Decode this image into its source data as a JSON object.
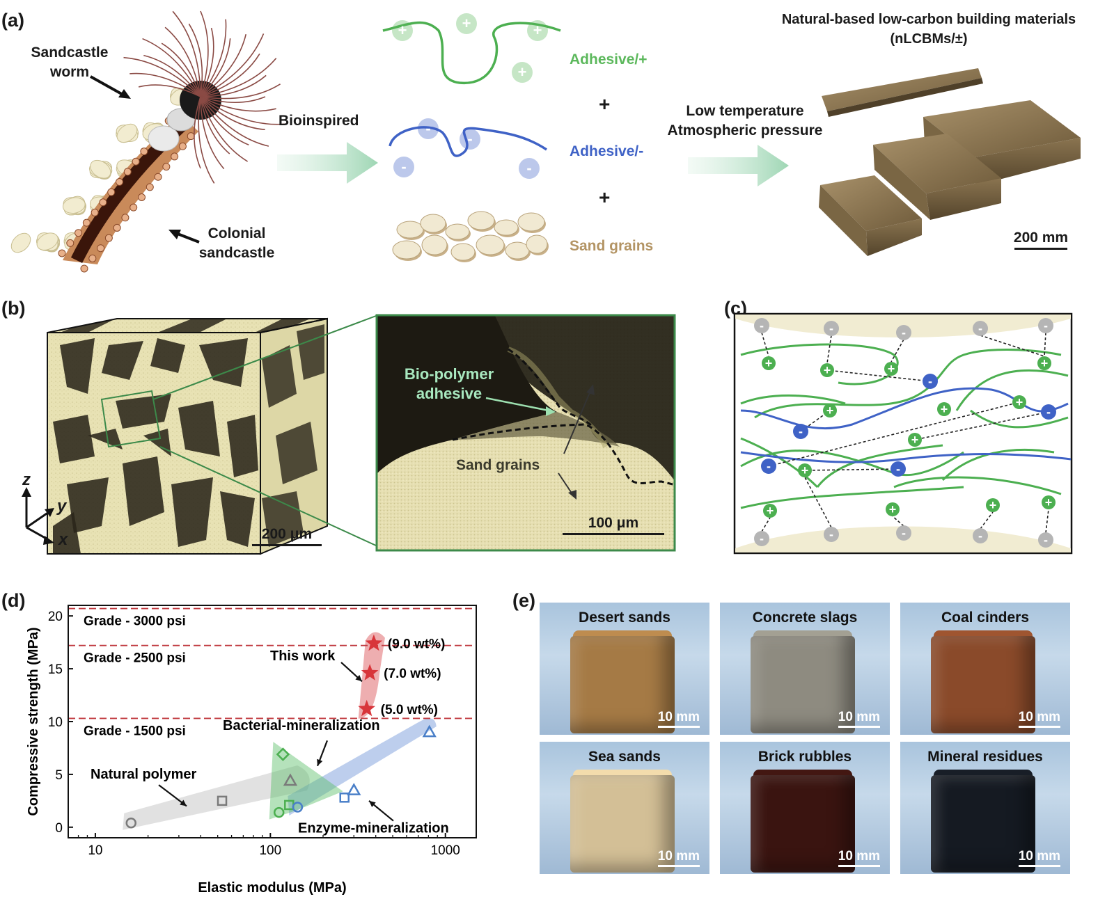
{
  "panels": {
    "a": "(a)",
    "b": "(b)",
    "c": "(c)",
    "d": "(d)",
    "e": "(e)"
  },
  "panel_a": {
    "worm_label": [
      "Sandcastle",
      "worm"
    ],
    "colony_label": [
      "Colonial",
      "sandcastle"
    ],
    "bioinspired": "Bioinspired",
    "adhesive_pos": "Adhesive/+",
    "adhesive_neg": "Adhesive/-",
    "plus": "+",
    "sand_grains": "Sand grains",
    "process": [
      "Low temperature",
      "Atmospheric pressure"
    ],
    "product_title": [
      "Natural-based low-carbon building materials",
      "(nLCBMs/±)"
    ],
    "scale": "200 mm",
    "colors": {
      "positive": "#5cb85c",
      "negative": "#3f62c6",
      "sand": "#b39464"
    }
  },
  "panel_b": {
    "axes": {
      "z": "z",
      "y": "y",
      "x": "x"
    },
    "cube_scale": "200 μm",
    "adhesive_label": [
      "Bio-polymer",
      "adhesive"
    ],
    "sand_label": "Sand grains",
    "zoom_scale": "100 μm"
  },
  "panel_c": {
    "pos_sign": "+",
    "neg_sign": "-"
  },
  "panel_e": {
    "tiles": [
      {
        "title": "Desert sands",
        "scale": "10 mm",
        "color": "#a57a45"
      },
      {
        "title": "Concrete slags",
        "scale": "10 mm",
        "color": "#8e8b80"
      },
      {
        "title": "Coal cinders",
        "scale": "10 mm",
        "color": "#8a4a2a"
      },
      {
        "title": "Sea sands",
        "scale": "10 mm",
        "color": "#d3bf96"
      },
      {
        "title": "Brick rubbles",
        "scale": "10 mm",
        "color": "#3a1410"
      },
      {
        "title": "Mineral residues",
        "scale": "10 mm",
        "color": "#151a22"
      }
    ]
  },
  "chart_data": {
    "type": "scatter",
    "xlabel": "Elastic modulus (MPa)",
    "ylabel": "Compressive strength (MPa)",
    "x_scale": "log",
    "xlim": [
      7,
      1500
    ],
    "ylim": [
      -1,
      21
    ],
    "x_ticks": [
      10,
      100,
      1000
    ],
    "x_tick_labels": [
      "10",
      "100",
      "1000"
    ],
    "y_ticks": [
      0,
      5,
      10,
      15,
      20
    ],
    "y_tick_labels": [
      "0",
      "5",
      "10",
      "15",
      "20"
    ],
    "grade_lines": [
      {
        "y": 20.7,
        "label": "Grade - 3000 psi"
      },
      {
        "y": 17.2,
        "label": "Grade - 2500 psi"
      },
      {
        "y": 10.3,
        "label": "Grade - 1500 psi"
      }
    ],
    "series": [
      {
        "name": "This work",
        "color": "#d8353a",
        "marker": "star",
        "points": [
          {
            "x": 355,
            "y": 11.2,
            "label": "(5.0 wt%)"
          },
          {
            "x": 370,
            "y": 14.6,
            "label": "(7.0 wt%)"
          },
          {
            "x": 390,
            "y": 17.4,
            "label": "(9.0 wt%)"
          }
        ]
      },
      {
        "name": "Natural polymer",
        "color": "#7a7a7a",
        "marker": "mixed",
        "points": [
          {
            "x": 16,
            "y": 0.4,
            "marker": "circle"
          },
          {
            "x": 53,
            "y": 2.5,
            "marker": "square"
          },
          {
            "x": 130,
            "y": 4.4,
            "marker": "triangle"
          }
        ]
      },
      {
        "name": "Bacterial-mineralization",
        "color": "#4caf50",
        "marker": "mixed",
        "points": [
          {
            "x": 112,
            "y": 1.4,
            "marker": "circle"
          },
          {
            "x": 128,
            "y": 2.1,
            "marker": "square"
          },
          {
            "x": 118,
            "y": 6.9,
            "marker": "diamond"
          }
        ]
      },
      {
        "name": "Enzyme-mineralization",
        "color": "#4a7fc8",
        "marker": "mixed",
        "points": [
          {
            "x": 143,
            "y": 1.9,
            "marker": "circle"
          },
          {
            "x": 265,
            "y": 2.8,
            "marker": "square"
          },
          {
            "x": 300,
            "y": 3.5,
            "marker": "triangle"
          },
          {
            "x": 810,
            "y": 9.0,
            "marker": "triangle"
          }
        ]
      }
    ]
  }
}
